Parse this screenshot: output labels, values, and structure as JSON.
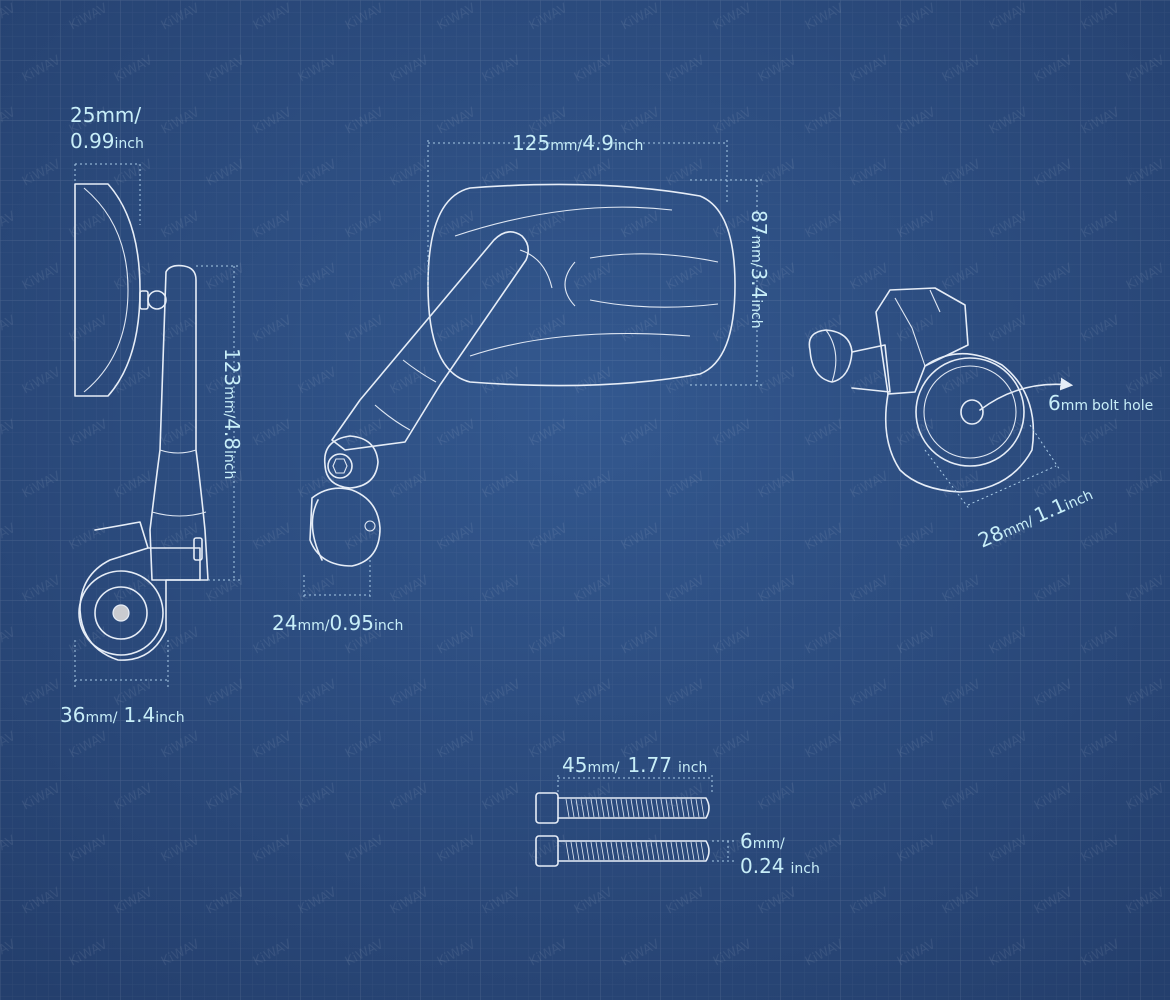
{
  "watermark": "KiWAV",
  "colors": {
    "background": "#2a4a7c",
    "dimension_text": "#c8eef8",
    "line_art": "#e6edf7"
  },
  "dimensions": {
    "side_width": {
      "value": "25mm/",
      "value2": "0.99",
      "unit": "inch"
    },
    "side_height": {
      "value": "123",
      "unit": "mm/",
      "value2": "4.8",
      "unit2": "inch"
    },
    "base_width": {
      "value": "36",
      "unit": "mm/",
      "value2": "1.4",
      "unit2": "inch"
    },
    "mirror_width": {
      "value": "125",
      "unit": "mm/",
      "value2": "4.9",
      "unit2": "inch"
    },
    "mirror_height": {
      "value": "87",
      "unit": "mm/",
      "value2": "3.4",
      "unit2": "inch"
    },
    "clamp_width": {
      "value": "24",
      "unit": "mm/",
      "value2": "0.95",
      "unit2": "inch"
    },
    "bolt_hole": {
      "value": "6",
      "unit": "mm",
      "label": "bolt hole"
    },
    "clamp_dia": {
      "value": "28",
      "unit": "mm/",
      "value2": "1.1",
      "unit2": "inch"
    },
    "bolt_length": {
      "value": "45",
      "unit": "mm/",
      "value2": "1.77",
      "unit2": "inch"
    },
    "bolt_dia": {
      "value": "6",
      "unit": "mm/",
      "value2": "0.24",
      "unit2": "inch"
    }
  }
}
